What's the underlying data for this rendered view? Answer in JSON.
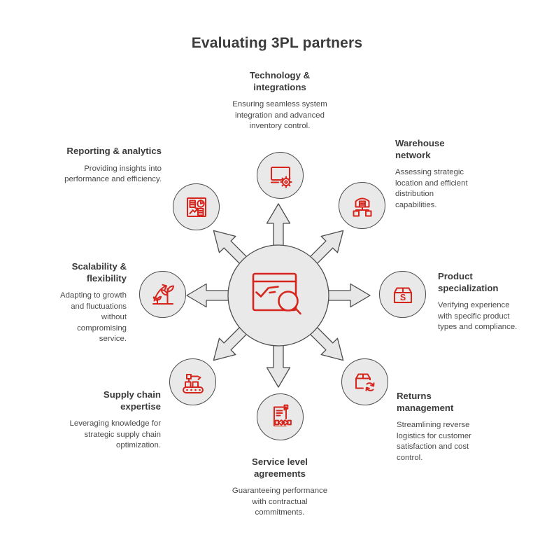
{
  "title": "Evaluating 3PL partners",
  "colors": {
    "accent": "#d6251d",
    "node_fill": "#e9e9e9",
    "arrow_fill": "#e7e7e7",
    "outline": "#4d4d4d",
    "heading_text": "#3b3b3b",
    "body_text": "#4a4a4a"
  },
  "hub": {
    "icon": "browser-search-audit-icon"
  },
  "nodes": [
    {
      "id": "technology-integrations",
      "label": "Technology & integrations",
      "description": "Ensuring seamless system integration and advanced inventory control.",
      "icon": "monitor-gear-icon"
    },
    {
      "id": "warehouse-network",
      "label": "Warehouse network",
      "description": "Assessing strategic location and efficient distribution capabilities.",
      "icon": "warehouse-distribution-icon"
    },
    {
      "id": "product-specialization",
      "label": "Product specialization",
      "description": "Verifying experience with specific product types and compliance.",
      "icon": "product-box-icon",
      "icon_letter": "S"
    },
    {
      "id": "returns-management",
      "label": "Returns management",
      "description": "Streamlining reverse logistics for customer satisfaction and cost control.",
      "icon": "returns-recycle-box-icon"
    },
    {
      "id": "service-level-agreements",
      "label": "Service level agreements",
      "description": "Guaranteeing performance with contractual commitments.",
      "icon": "contract-handshake-icon"
    },
    {
      "id": "supply-chain-expertise",
      "label": "Supply chain expertise",
      "description": "Leveraging knowledge for strategic supply chain optimization.",
      "icon": "conveyor-robot-icon"
    },
    {
      "id": "scalability-flexibility",
      "label": "Scalability & flexibility",
      "description": "Adapting to growth and fluctuations without compromising service.",
      "icon": "growth-plant-arrow-icon"
    },
    {
      "id": "reporting-analytics",
      "label": "Reporting & analytics",
      "description": "Providing insights into performance and efficiency.",
      "icon": "analytics-dashboard-icon"
    }
  ]
}
